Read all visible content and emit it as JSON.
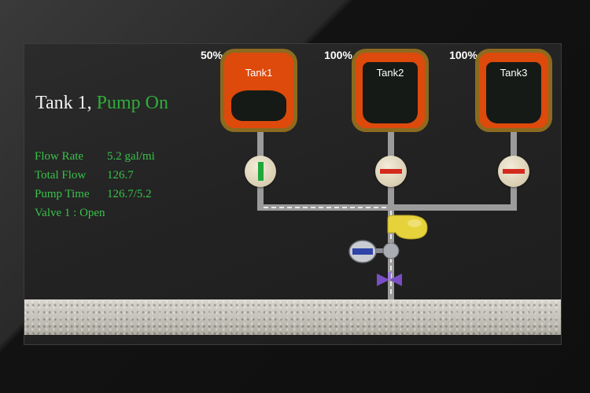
{
  "status": {
    "tank": "Tank 1,",
    "pump": "Pump On"
  },
  "readouts": [
    {
      "label": "Flow Rate",
      "value": "5.2  gal/mi"
    },
    {
      "label": "Total Flow",
      "value": "126.7"
    },
    {
      "label": "Pump Time",
      "value": "126.7/5.2"
    },
    {
      "label": "Valve 1 : Open",
      "value": ""
    }
  ],
  "tanks": [
    {
      "name": "Tank1",
      "level_text": "50%",
      "level": 0.5,
      "valve": "open"
    },
    {
      "name": "Tank2",
      "level_text": "100%",
      "level": 1.0,
      "valve": "closed"
    },
    {
      "name": "Tank3",
      "level_text": "100%",
      "level": 1.0,
      "valve": "closed"
    }
  ],
  "colors": {
    "status_on": "#2fae3b",
    "tank_shell": "#dd4a0c",
    "valve_open": "#1fa83a",
    "valve_closed": "#d42a1e",
    "pump": "#e6d23a",
    "manual_valve": "#7a4fc4"
  },
  "icons": {
    "pump": "pump-icon",
    "motor": "motor-icon",
    "manual_valve": "butterfly-valve-icon"
  }
}
